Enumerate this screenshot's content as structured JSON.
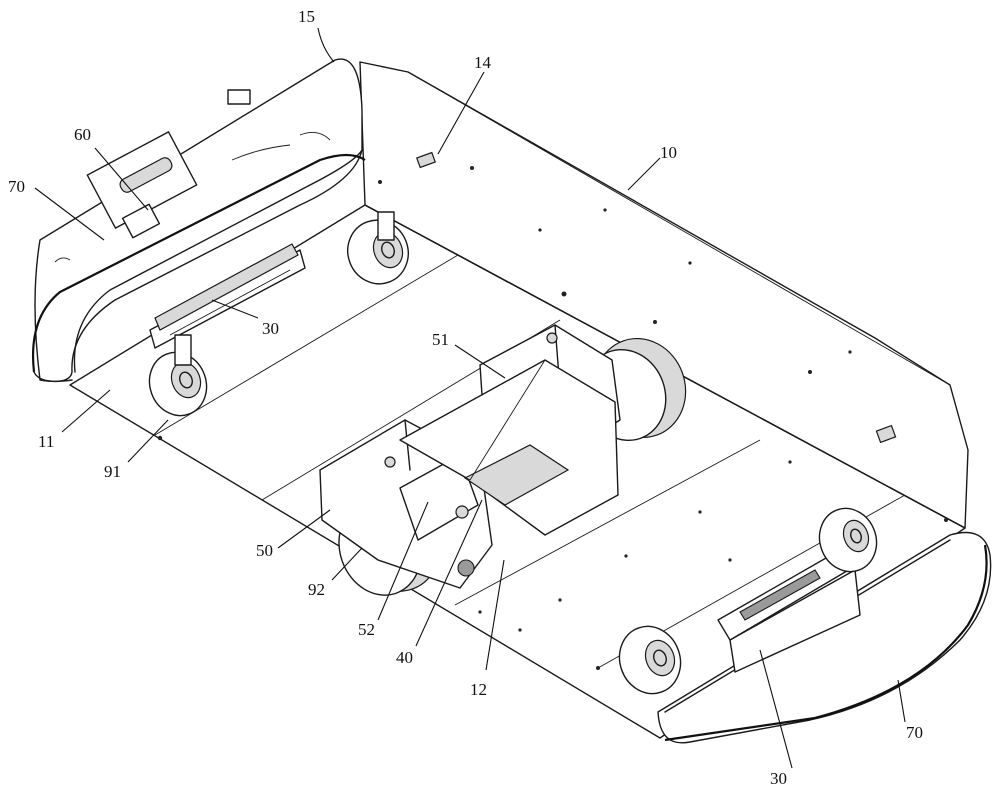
{
  "labels": {
    "l15": "15",
    "l14": "14",
    "l10": "10",
    "l60": "60",
    "l70a": "70",
    "l30a": "30",
    "l51": "51",
    "l11": "11",
    "l91": "91",
    "l50": "50",
    "l92": "92",
    "l52": "52",
    "l40": "40",
    "l12": "12",
    "l70b": "70",
    "l30b": "30"
  }
}
